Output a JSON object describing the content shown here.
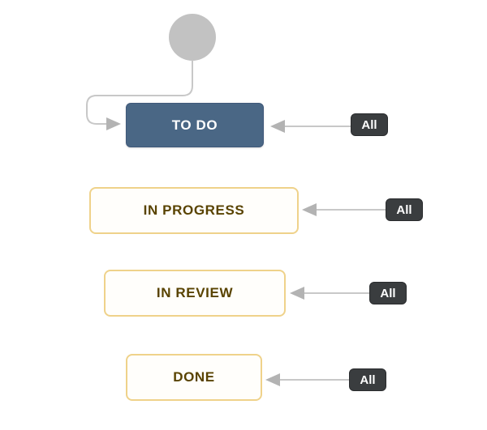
{
  "diagram": {
    "type": "workflow",
    "start_node": {
      "shape": "circle",
      "fill": "#c2c2c2"
    },
    "statuses": [
      {
        "label": "TO DO",
        "category": "blue",
        "incoming_transition": "All"
      },
      {
        "label": "IN PROGRESS",
        "category": "yellow",
        "incoming_transition": "All"
      },
      {
        "label": "IN REVIEW",
        "category": "yellow",
        "incoming_transition": "All"
      },
      {
        "label": "DONE",
        "category": "yellow",
        "incoming_transition": "All"
      }
    ],
    "colors": {
      "todo_bg": "#4a6785",
      "todo_text": "#ffffff",
      "yellow_box_border": "#efd28a",
      "yellow_box_bg": "#fffefb",
      "yellow_box_text": "#594300",
      "badge_bg": "#3a3d3f",
      "badge_text": "#ffffff",
      "connector_line": "#c8c8c8",
      "arrowhead": "#b3b3b3",
      "start_node_fill": "#c2c2c2"
    }
  }
}
